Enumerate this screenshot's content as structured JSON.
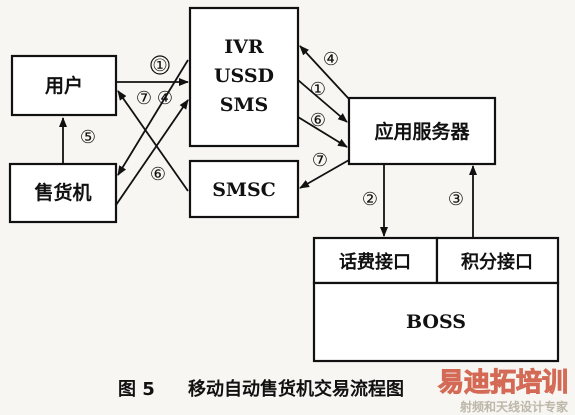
{
  "nodes": {
    "user": "用户",
    "vending": "售货机",
    "ivr": [
      "IVR",
      "USSD",
      "SMS"
    ],
    "smsc": "SMSC",
    "app_server": "应用服务器",
    "billing_interface": "话费接口",
    "points_interface": "积分接口",
    "boss": "BOSS"
  },
  "markers": {
    "m1": "①",
    "m2": "②",
    "m3": "③",
    "m4": "④",
    "m5": "⑤",
    "m6": "⑥",
    "m7": "⑦"
  },
  "caption": {
    "figure": "图 5",
    "title": "移动自动售货机交易流程图"
  },
  "watermark": {
    "brand": "易迪拓培训",
    "subtitle": "射频和天线设计专家"
  }
}
